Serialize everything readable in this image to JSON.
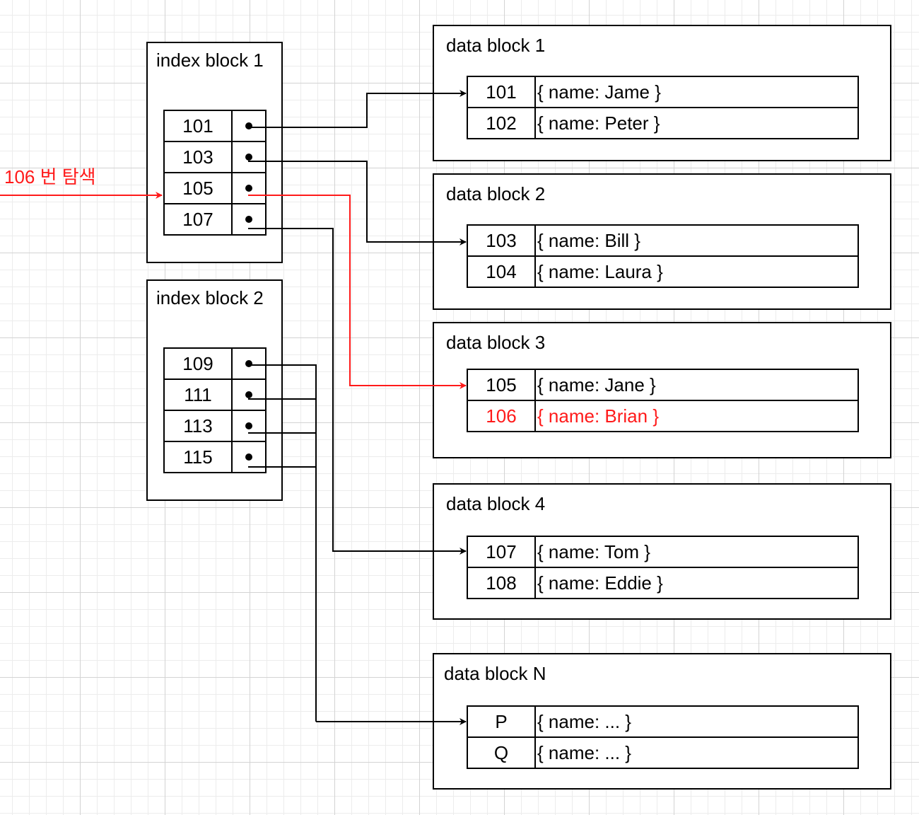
{
  "search": {
    "label": "106 번 탐색",
    "color": "#ff1a1a"
  },
  "index_blocks": [
    {
      "title": "index block 1",
      "entries": [
        {
          "key": "101"
        },
        {
          "key": "103"
        },
        {
          "key": "105"
        },
        {
          "key": "107"
        }
      ]
    },
    {
      "title": "index block 2",
      "entries": [
        {
          "key": "109"
        },
        {
          "key": "111"
        },
        {
          "key": "113"
        },
        {
          "key": "115"
        }
      ]
    }
  ],
  "data_blocks": [
    {
      "title": "data block 1",
      "rows": [
        {
          "key": "101",
          "value": "{ name: Jame }"
        },
        {
          "key": "102",
          "value": "{ name: Peter }"
        }
      ]
    },
    {
      "title": "data block 2",
      "rows": [
        {
          "key": "103",
          "value": "{ name: Bill }"
        },
        {
          "key": "104",
          "value": "{ name: Laura }"
        }
      ]
    },
    {
      "title": "data block 3",
      "rows": [
        {
          "key": "105",
          "value": "{ name: Jane }"
        },
        {
          "key": "106",
          "value": "{ name: Brian }",
          "highlight": true
        }
      ]
    },
    {
      "title": "data block 4",
      "rows": [
        {
          "key": "107",
          "value": "{ name: Tom }"
        },
        {
          "key": "108",
          "value": "{ name: Eddie }"
        }
      ]
    },
    {
      "title": "data block N",
      "rows": [
        {
          "key": "P",
          "value": "{ name: ... }"
        },
        {
          "key": "Q",
          "value": "{ name: ... }"
        }
      ]
    }
  ],
  "links": [
    {
      "from": "index block 1 / 101",
      "to": "data block 1"
    },
    {
      "from": "index block 1 / 103",
      "to": "data block 2"
    },
    {
      "from": "index block 1 / 105",
      "to": "data block 3",
      "highlight": true
    },
    {
      "from": "index block 1 / 107",
      "to": "data block 4"
    },
    {
      "from": "index block 2 / 109",
      "to": "data block N"
    },
    {
      "from": "index block 2 / 111",
      "to": "data block N"
    },
    {
      "from": "index block 2 / 113",
      "to": "data block N"
    },
    {
      "from": "index block 2 / 115",
      "to": "data block N"
    }
  ],
  "colors": {
    "line": "#000000",
    "highlight": "#ff1a1a",
    "grid": "#d3d3d3"
  }
}
